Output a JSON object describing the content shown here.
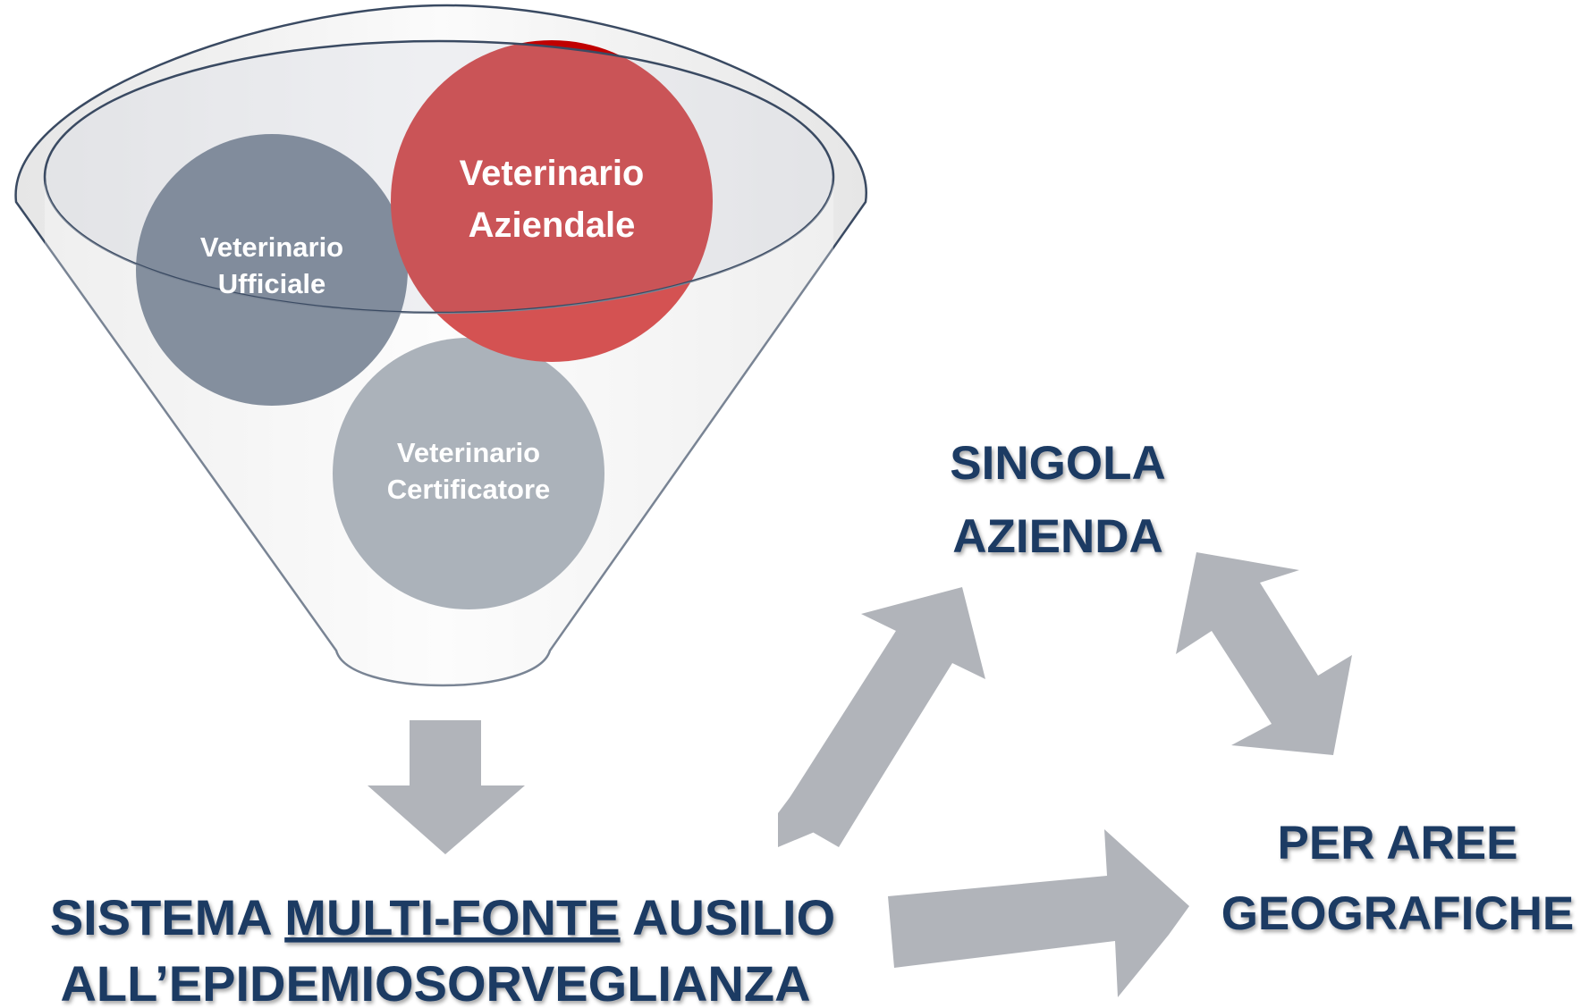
{
  "funnel": {
    "circles": [
      {
        "lines": [
          "Veterinario",
          "Ufficiale"
        ],
        "color": "#44546a"
      },
      {
        "lines": [
          "Veterinario",
          "Aziendale"
        ],
        "color": "#c00000"
      },
      {
        "lines": [
          "Veterinario",
          "Certificatore"
        ],
        "color": "#848e9a"
      }
    ],
    "funnel_fill": "#f2f2f2",
    "funnel_stroke": "#3a4a62"
  },
  "labels": {
    "sistema_prefix": "SISTEMA ",
    "sistema_underlined": "MULTI-FONTE",
    "sistema_suffix": " AUSILIO",
    "sistema_line2": "ALL’EPIDEMIOSORVEGLIANZA",
    "singola_line1": "SINGOLA",
    "singola_line2": "AZIENDA",
    "aree_line1": "PER AREE",
    "aree_line2": "GEOGRAFICHE"
  },
  "colors": {
    "label_text": "#1f3b63",
    "arrow_fill": "#b1b4ba"
  },
  "icons": [
    "arrow-down-icon",
    "arrow-up-right-icon",
    "arrow-right-icon",
    "double-arrow-icon"
  ]
}
